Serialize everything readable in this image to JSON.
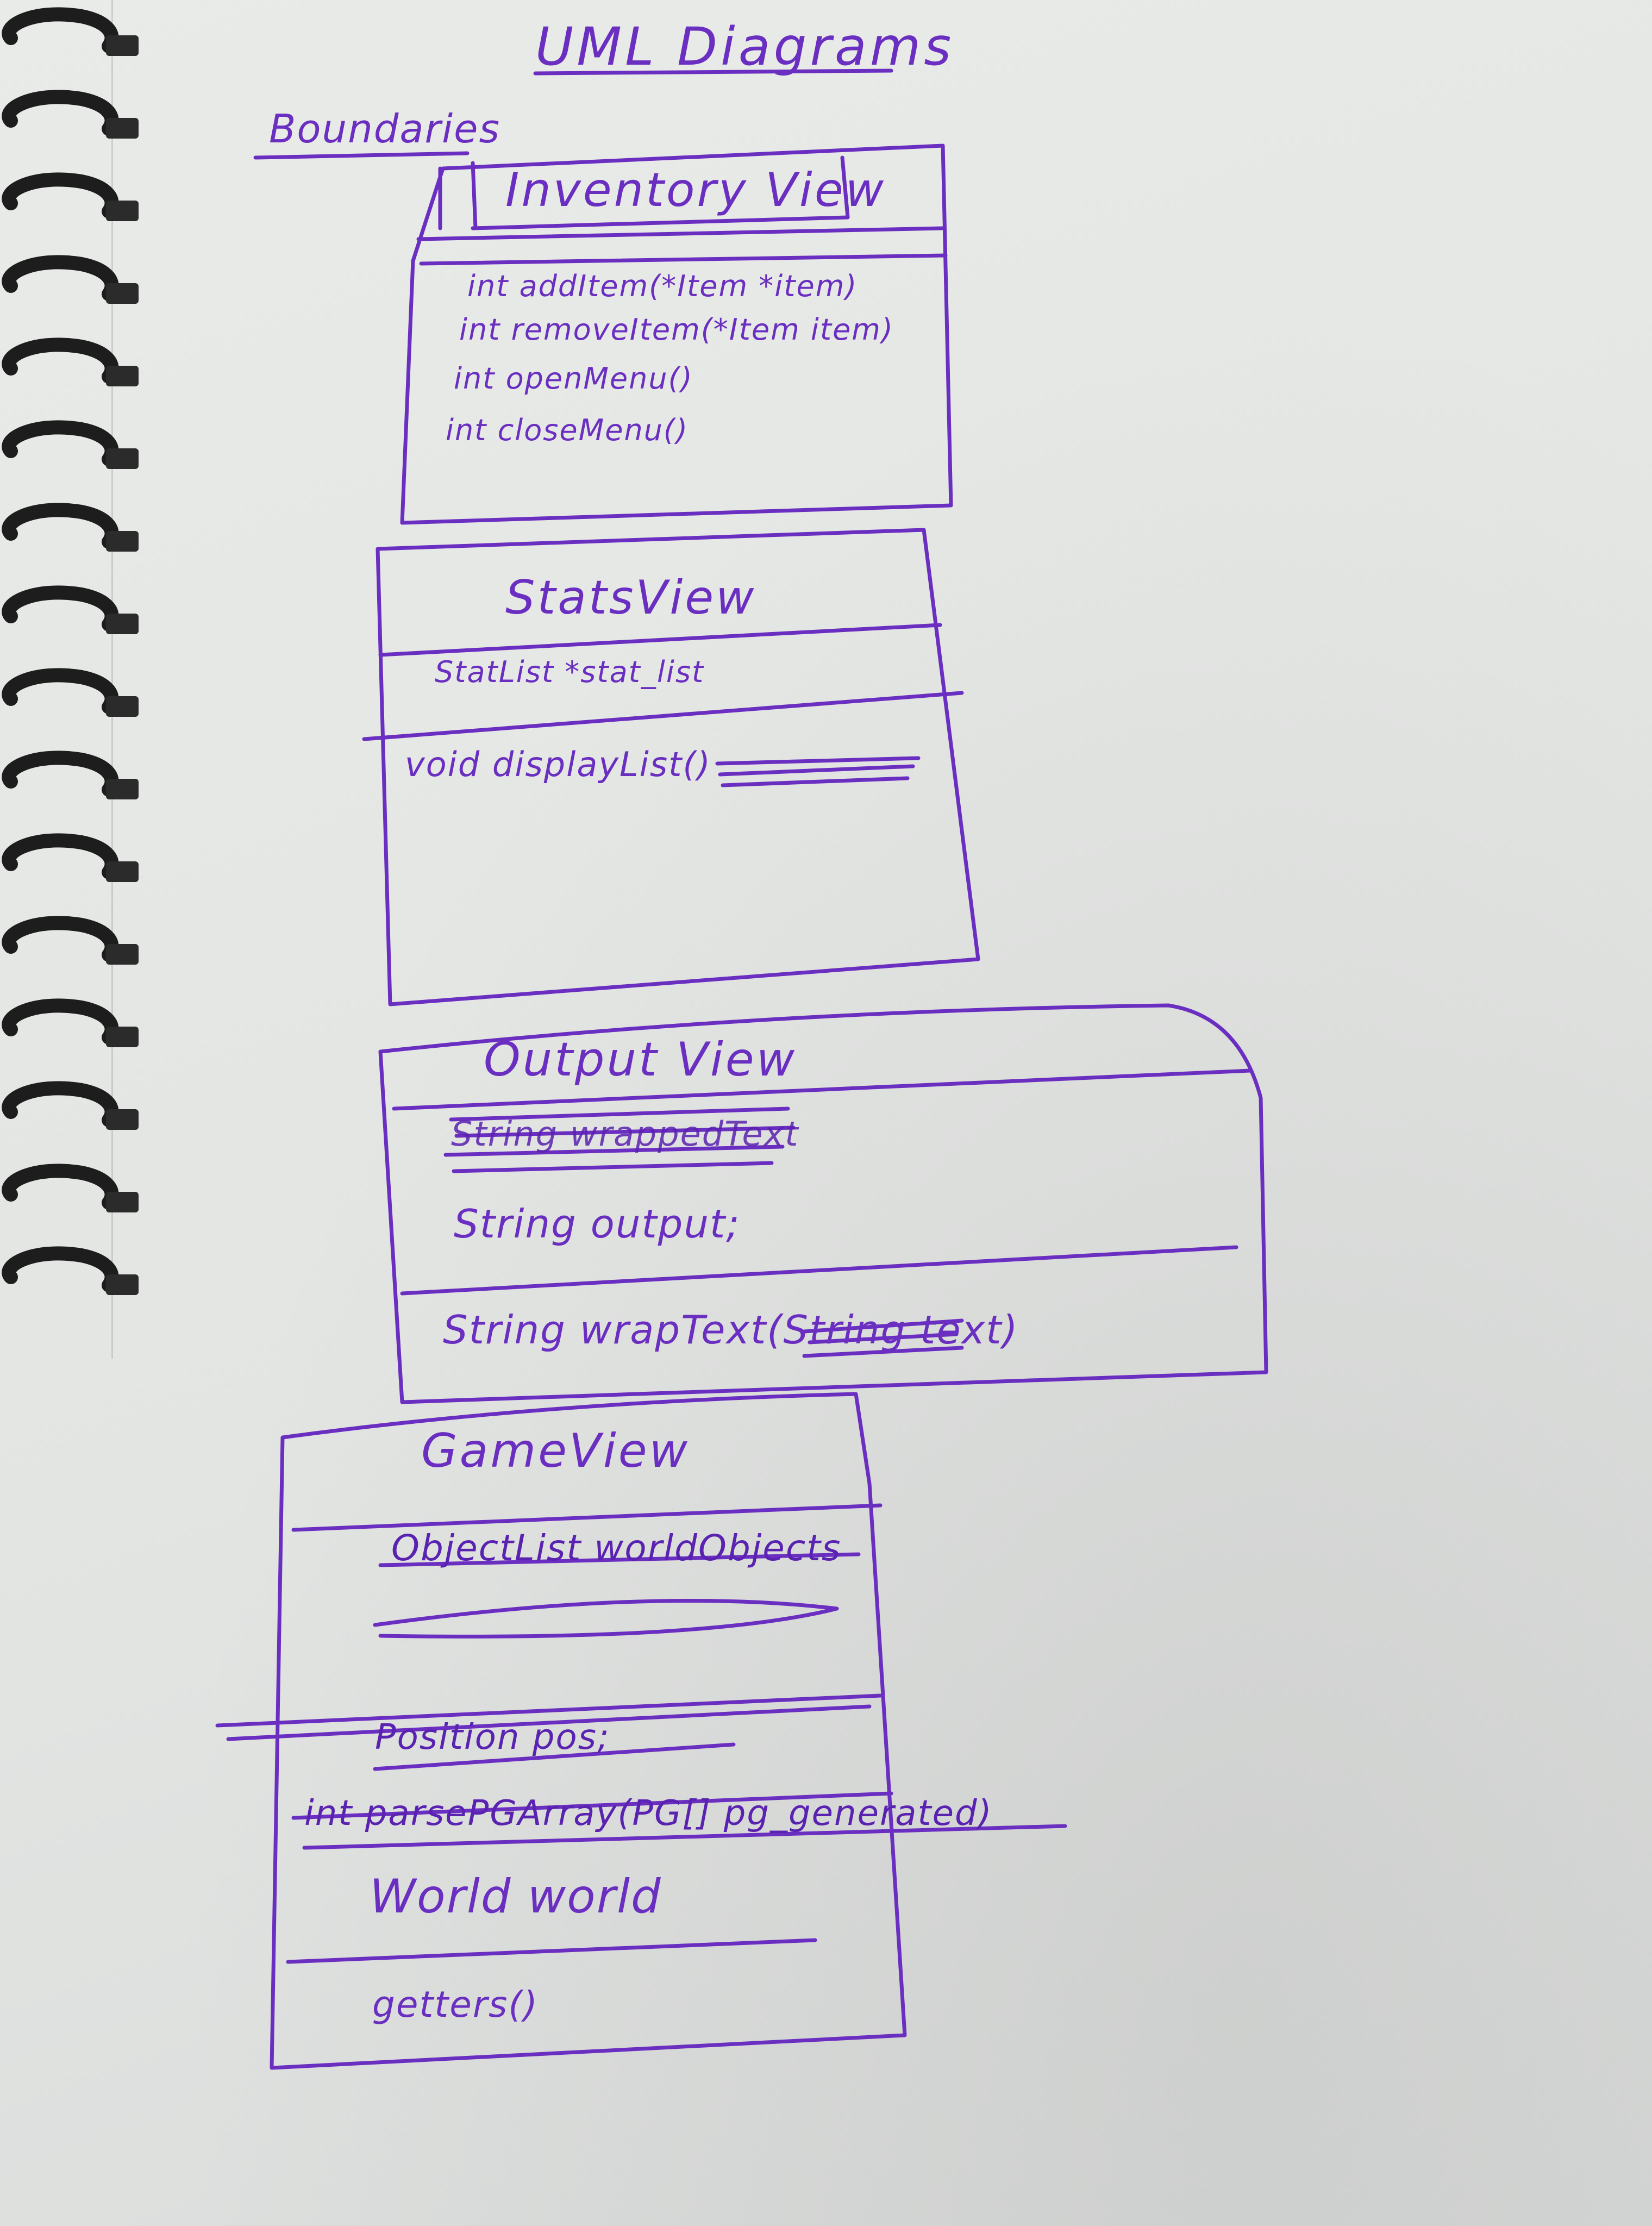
{
  "title": "UML Diagrams",
  "section_label": "Boundaries",
  "ink_color": "#6a2ec0",
  "classes": [
    {
      "name": "Inventory View",
      "attributes": [],
      "methods": [
        "int addItem(*Item *item)",
        "int removeItem(*Item item)",
        "int openMenu()",
        "int closeMenu()"
      ]
    },
    {
      "name": "StatsView",
      "attributes": [
        "StatList *stat_list"
      ],
      "methods": [
        "void displayList()"
      ]
    },
    {
      "name": "Output View",
      "attributes": [
        "String output;"
      ],
      "struck_attributes": [
        "String wrappedText"
      ],
      "methods": [
        "String wrapText(String text)"
      ]
    },
    {
      "name": "GameView",
      "struck_attributes": [
        "ObjectList worldObjects",
        "Position pos;",
        "int parsePGArray(PG[] pg_generated)"
      ],
      "attributes": [
        "World world"
      ],
      "methods": [
        "getters()"
      ]
    }
  ]
}
